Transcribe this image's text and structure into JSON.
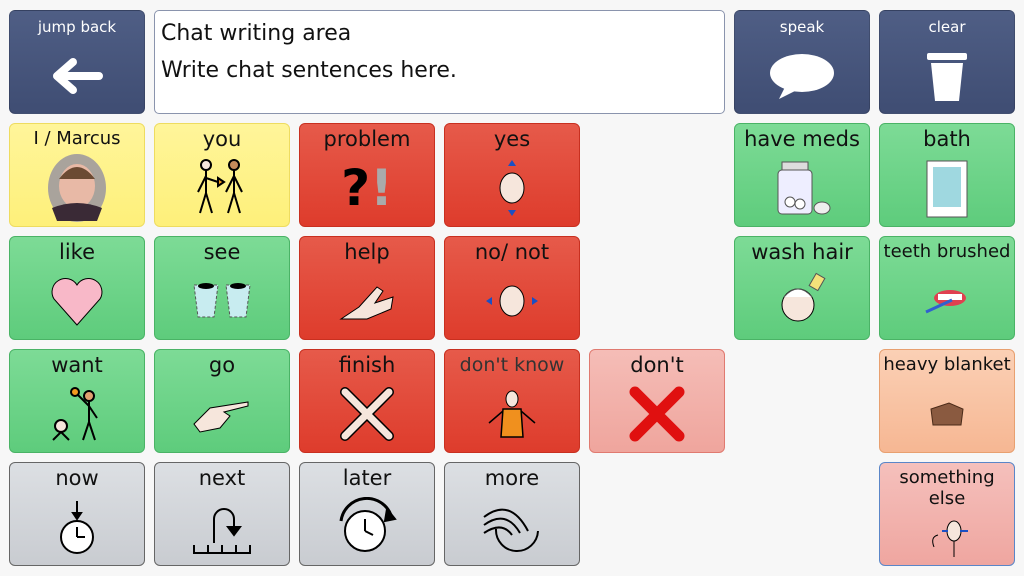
{
  "nav": {
    "jump_back": "jump back",
    "speak": "speak",
    "clear": "clear"
  },
  "chat": {
    "title": "Chat writing area",
    "placeholder": "Write chat sentences here."
  },
  "cells": {
    "i_marcus": "I / Marcus",
    "you": "you",
    "problem": "problem",
    "yes": "yes",
    "have_meds": "have meds",
    "bath": "bath",
    "like": "like",
    "see": "see",
    "help": "help",
    "no_not": "no/ not",
    "wash_hair": "wash hair",
    "teeth_brushed": "teeth brushed",
    "want": "want",
    "go": "go",
    "finish": "finish",
    "dont_know": "don't know",
    "dont": "don't",
    "heavy_blanket": "heavy blanket",
    "now": "now",
    "next": "next",
    "later": "later",
    "more": "more",
    "something_else": "something else"
  },
  "colors": {
    "nav": "#4a5a80",
    "yellow": "#fef07a",
    "green": "#6fd48a",
    "red": "#e24c3c",
    "pink": "#f3b4ae",
    "gray": "#d4d7db",
    "peach": "#f9c7a8"
  }
}
